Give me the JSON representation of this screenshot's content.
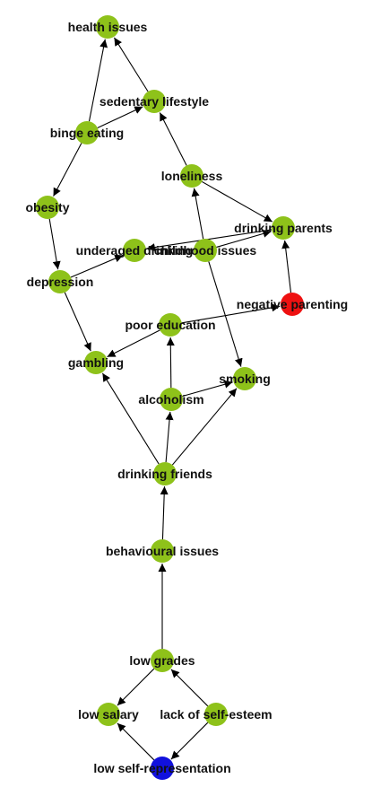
{
  "diagram": {
    "colors": {
      "default_node": "#8ec21a",
      "background": "#ffffff",
      "edge": "#000000",
      "label": "#111111"
    },
    "nodes": [
      {
        "id": "health_issues",
        "label": "health issues",
        "color": "#8ec21a"
      },
      {
        "id": "sedentary_lifestyle",
        "label": "sedentary lifestyle",
        "color": "#8ec21a"
      },
      {
        "id": "binge_eating",
        "label": "binge eating",
        "color": "#8ec21a"
      },
      {
        "id": "loneliness",
        "label": "loneliness",
        "color": "#8ec21a"
      },
      {
        "id": "obesity",
        "label": "obesity",
        "color": "#8ec21a"
      },
      {
        "id": "drinking_parents",
        "label": "drinking parents",
        "color": "#8ec21a"
      },
      {
        "id": "underaged_drinking",
        "label": "underaged drinking",
        "color": "#8ec21a"
      },
      {
        "id": "childhood_issues",
        "label": "childhood issues",
        "color": "#8ec21a"
      },
      {
        "id": "depression",
        "label": "depression",
        "color": "#8ec21a"
      },
      {
        "id": "negative_parenting",
        "label": "negative parenting",
        "color": "#ee1111"
      },
      {
        "id": "poor_education",
        "label": "poor education",
        "color": "#8ec21a"
      },
      {
        "id": "gambling",
        "label": "gambling",
        "color": "#8ec21a"
      },
      {
        "id": "smoking",
        "label": "smoking",
        "color": "#8ec21a"
      },
      {
        "id": "alcoholism",
        "label": "alcoholism",
        "color": "#8ec21a"
      },
      {
        "id": "drinking_friends",
        "label": "drinking friends",
        "color": "#8ec21a"
      },
      {
        "id": "behavioural_issues",
        "label": "behavioural issues",
        "color": "#8ec21a"
      },
      {
        "id": "low_grades",
        "label": "low grades",
        "color": "#8ec21a"
      },
      {
        "id": "low_salary",
        "label": "low salary",
        "color": "#8ec21a"
      },
      {
        "id": "lack_of_self_esteem",
        "label": "lack of self-esteem",
        "color": "#8ec21a"
      },
      {
        "id": "low_self_representation",
        "label": "low self-representation",
        "color": "#1111dd"
      }
    ],
    "edges": [
      {
        "from": "sedentary_lifestyle",
        "to": "health_issues"
      },
      {
        "from": "binge_eating",
        "to": "health_issues"
      },
      {
        "from": "binge_eating",
        "to": "sedentary_lifestyle"
      },
      {
        "from": "binge_eating",
        "to": "obesity"
      },
      {
        "from": "loneliness",
        "to": "sedentary_lifestyle"
      },
      {
        "from": "loneliness",
        "to": "drinking_parents"
      },
      {
        "from": "childhood_issues",
        "to": "loneliness"
      },
      {
        "from": "childhood_issues",
        "to": "drinking_parents"
      },
      {
        "from": "childhood_issues",
        "to": "smoking"
      },
      {
        "from": "drinking_parents",
        "to": "underaged_drinking"
      },
      {
        "from": "negative_parenting",
        "to": "drinking_parents"
      },
      {
        "from": "poor_education",
        "to": "negative_parenting"
      },
      {
        "from": "poor_education",
        "to": "gambling"
      },
      {
        "from": "obesity",
        "to": "depression"
      },
      {
        "from": "depression",
        "to": "underaged_drinking"
      },
      {
        "from": "depression",
        "to": "gambling"
      },
      {
        "from": "alcoholism",
        "to": "poor_education"
      },
      {
        "from": "alcoholism",
        "to": "smoking"
      },
      {
        "from": "drinking_friends",
        "to": "gambling"
      },
      {
        "from": "drinking_friends",
        "to": "alcoholism"
      },
      {
        "from": "drinking_friends",
        "to": "smoking"
      },
      {
        "from": "behavioural_issues",
        "to": "drinking_friends"
      },
      {
        "from": "low_grades",
        "to": "behavioural_issues"
      },
      {
        "from": "low_grades",
        "to": "low_salary"
      },
      {
        "from": "lack_of_self_esteem",
        "to": "low_grades"
      },
      {
        "from": "lack_of_self_esteem",
        "to": "low_self_representation"
      },
      {
        "from": "low_self_representation",
        "to": "low_salary"
      }
    ]
  }
}
